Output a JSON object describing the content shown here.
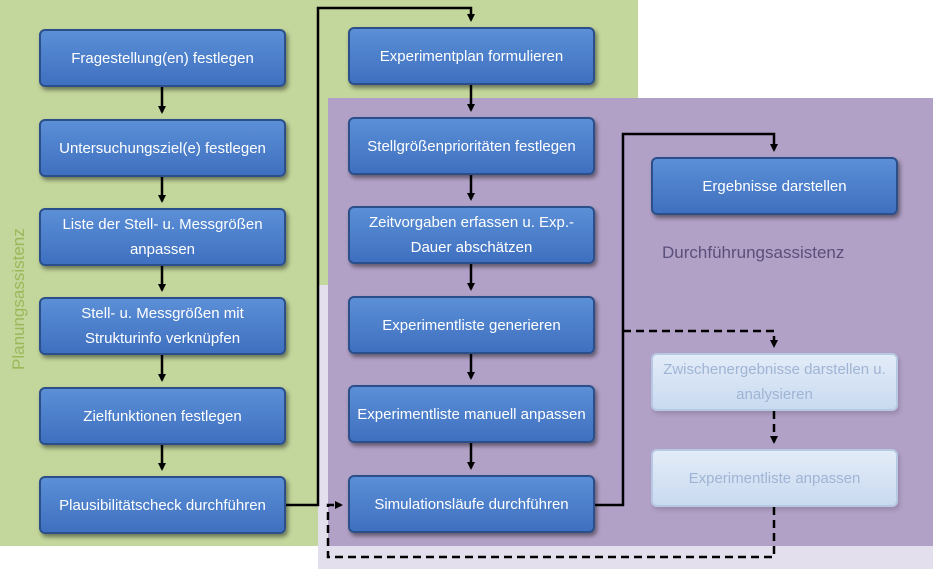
{
  "labels": {
    "planning": "Planungsassistenz",
    "execution": "Durchführungsassistenz"
  },
  "boxes": {
    "b1": "Fragestellung(en) festlegen",
    "b2": "Untersuchungsziel(e) festlegen",
    "b3": "Liste der Stell- u. Messgrößen anpassen",
    "b4": "Stell- u. Messgrößen mit Strukturinfo verknüpfen",
    "b5": "Zielfunktionen festlegen",
    "b6": "Plausibilitätscheck durchführen",
    "b7": "Experimentplan formulieren",
    "b8": "Stellgrößenprioritäten festlegen",
    "b9": "Zeitvorgaben erfassen u. Exp.-Dauer abschätzen",
    "b10": "Experimentliste generieren",
    "b11": "Experimentliste manuell anpassen",
    "b12": "Simulationsläufe durchführen",
    "b13": "Ergebnisse darstellen",
    "b14": "Zwischenergebnisse darstellen u. analysieren",
    "b15": "Experimentliste anpassen"
  },
  "colors": {
    "planning_bg": "#c3d69b",
    "execution_bg": "#b2a1c7",
    "lower_bg": "#e4dfec",
    "box": "#4f81bd"
  }
}
